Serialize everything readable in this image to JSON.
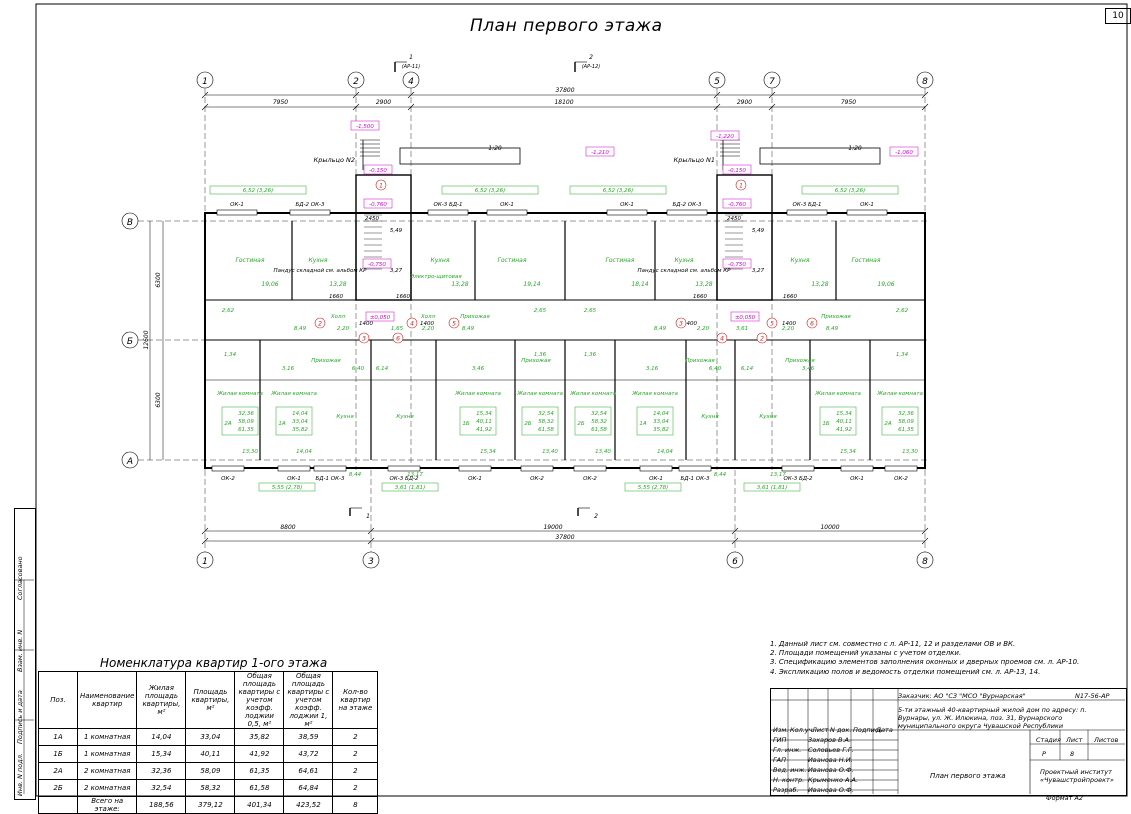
{
  "sheet_number": "10",
  "title": "План первого этажа",
  "section_marks": [
    {
      "num": "1",
      "ref": "(АР-11)"
    },
    {
      "num": "2",
      "ref": "(АР-12)"
    }
  ],
  "section_marks_bottom": [
    "1",
    "2"
  ],
  "axes_top": [
    "1",
    "2",
    "4",
    "5",
    "7",
    "8"
  ],
  "axes_bottom": [
    "1",
    "3",
    "6",
    "8"
  ],
  "axes_side": [
    "В",
    "Б",
    "А"
  ],
  "dims_top": [
    "7950",
    "2900",
    "18100",
    "2900",
    "7950"
  ],
  "dim_top_total": "37800",
  "dims_bottom": [
    "8800",
    "19000",
    "10000"
  ],
  "dim_bottom_total": "37800",
  "dims_side": [
    "6300",
    "6300"
  ],
  "dim_side_total": "12600",
  "porches": [
    {
      "name": "Крыльцо N2",
      "slope": "1:20"
    },
    {
      "name": "Крыльцо N1",
      "slope": "1:20"
    }
  ],
  "levels": [
    "-1,500",
    "-0,150",
    "-0,760",
    "-1,210",
    "-1,220",
    "-0,150",
    "-0,760",
    "-1,060",
    "-0,750",
    "-0,750",
    "±0,050",
    "±0,050"
  ],
  "windows_top": [
    "ОК-1",
    "БД-2 ОК-3",
    "ОК-3 БД-1",
    "ОК-1",
    "ОК-1",
    "БД-2 ОК-3",
    "ОК-3 БД-1",
    "ОК-1"
  ],
  "windows_bottom": [
    "ОК-2",
    "ОК-1",
    "БД-1 ОК-3",
    "ОК-3 БД-2",
    "ОК-1",
    "ОК-2",
    "ОК-2",
    "ОК-1",
    "БД-1 ОК-3",
    "ОК-3 БД-2",
    "ОК-1",
    "ОК-2"
  ],
  "balcony_top": [
    "6,52 (3,26)",
    "6,52 (3,26)",
    "6,52 (3,26)",
    "6,52 (3,26)"
  ],
  "balcony_bottom": [
    "5,55 (2,78)",
    "3,61 (1,81)",
    "5,55 (2,78)",
    "3,61 (1,81)"
  ],
  "rooms_top": [
    {
      "name": "Гостиная",
      "area": "19,06"
    },
    {
      "name": "Кухня",
      "area": "13,28"
    },
    {
      "name": "Кухня",
      "area": "13,28"
    },
    {
      "name": "Гостиная",
      "area": "19,14"
    },
    {
      "name": "Гостиная",
      "area": "18,14"
    },
    {
      "name": "Кухня",
      "area": "13,28"
    },
    {
      "name": "Кухня",
      "area": "13,28"
    },
    {
      "name": "Гостиная",
      "area": "19,06"
    }
  ],
  "stair_notes": [
    "Пандус складной см. альбом КР",
    "Пандус складной см. альбом КР"
  ],
  "meter_label": "Электро-щитовая",
  "mid_labels": [
    "2,62",
    "8,49",
    "2,20",
    "1,65",
    "2,20",
    "8,49",
    "2,65",
    "2,65",
    "8,49",
    "2,20",
    "3,61",
    "2,20",
    "8,49",
    "2,62"
  ],
  "corridor_labels": [
    "Холл",
    "Холл",
    "Прихожая",
    "Прихожая",
    "Прихожая",
    "Прихожая",
    "Прихожая",
    "Прихожая"
  ],
  "small_labels": [
    "1,34",
    "3,16",
    "6,40",
    "6,14",
    "3,46",
    "1,36",
    "1,36",
    "3,16",
    "6,40",
    "6,14",
    "3,46",
    "1,34",
    "1660",
    "1660",
    "1660",
    "1660",
    "3,27",
    "3,27",
    "5,49",
    "5,49",
    "1400",
    "1400",
    "1400",
    "1400",
    "2450",
    "2450"
  ],
  "apartments_bottom": [
    {
      "name": "Жилая комната",
      "type": "2А",
      "areas": [
        "32,36",
        "58,09",
        "61,35"
      ],
      "room_area": "13,30"
    },
    {
      "name": "Жилая комната",
      "type": "1А",
      "areas": [
        "14,04",
        "33,04",
        "35,82"
      ],
      "room_area": "14,04"
    },
    {
      "name": "Кухня",
      "type": "",
      "areas": [],
      "room_area": "8,44"
    },
    {
      "name": "Кухня",
      "type": "",
      "areas": [],
      "room_area": "13,17"
    },
    {
      "name": "Жилая комната",
      "type": "1Б",
      "areas": [
        "15,34",
        "40,11",
        "41,92"
      ],
      "room_area": "15,34"
    },
    {
      "name": "Жилая комната",
      "type": "2Б",
      "areas": [
        "32,54",
        "58,32",
        "61,58"
      ],
      "room_area": "13,40"
    },
    {
      "name": "Жилая комната",
      "type": "2Б",
      "areas": [
        "32,54",
        "58,32",
        "61,58"
      ],
      "room_area": "13,40"
    },
    {
      "name": "Жилая комната",
      "type": "1А",
      "areas": [
        "14,04",
        "33,04",
        "35,82"
      ],
      "room_area": "14,04"
    },
    {
      "name": "Кухня",
      "type": "",
      "areas": [],
      "room_area": "8,44"
    },
    {
      "name": "Кухня",
      "type": "",
      "areas": [],
      "room_area": "13,17"
    },
    {
      "name": "Жилая комната",
      "type": "1Б",
      "areas": [
        "15,34",
        "40,11",
        "41,92"
      ],
      "room_area": "15,34"
    },
    {
      "name": "Жилая комната",
      "type": "2А",
      "areas": [
        "32,36",
        "58,09",
        "61,35"
      ],
      "room_area": "13,30"
    }
  ],
  "circle_marks": [
    "1",
    "2",
    "3",
    "4",
    "5",
    "6",
    "3",
    "4",
    "5",
    "6",
    "1",
    "2"
  ],
  "notes": [
    "1.   Данный лист см. совместно с л. АР-11, 12 и разделами ОВ и ВК.",
    "2.   Площади помещений указаны с учетом отделки.",
    "3.   Спецификацию элементов заполнения оконных и дверных проемов см. л. АР-10.",
    "4.   Экспликацию полов и ведомость отделки помещений см. л. АР-13, 14."
  ],
  "nomenclature": {
    "title": "Номенклатура квартир 1-ого этажа",
    "headers": [
      "Поз.",
      "Наименование квартир",
      "Жилая площадь квартиры, м²",
      "Площадь квартиры, м²",
      "Общая площадь квартиры с учетом коэфф. лоджии 0,5, м²",
      "Общая площадь квартиры с учетом коэфф. лоджии 1, м²",
      "Кол-во квартир на этаже"
    ],
    "rows": [
      [
        "1А",
        "1 комнатная",
        "14,04",
        "33,04",
        "35,82",
        "38,59",
        "2"
      ],
      [
        "1Б",
        "1 комнатная",
        "15,34",
        "40,11",
        "41,92",
        "43,72",
        "2"
      ],
      [
        "2А",
        "2 комнатная",
        "32,36",
        "58,09",
        "61,35",
        "64,61",
        "2"
      ],
      [
        "2Б",
        "2 комнатная",
        "32,54",
        "58,32",
        "61,58",
        "64,84",
        "2"
      ],
      [
        "",
        "Всего на этаже:",
        "188,56",
        "379,12",
        "401,34",
        "423,52",
        "8"
      ]
    ]
  },
  "side_stamp": [
    "Согласовано",
    "Взам. инв. N",
    "Подпись и дата",
    "Инв. N подл."
  ],
  "titleblock": {
    "customer": "Заказчик: АО \"СЗ \"МСО \"Вурнарская\"",
    "code": "N17-56-АР",
    "object": "5-ти этажный 40-квартирный жилой дом по адресу: п. Вурнары, ул. Ж. Илюкина, поз. 31, Вурнарского муниципального округа Чувашской Республики",
    "head": [
      "Изм.",
      "Кол.уч.",
      "Лист",
      "N док.",
      "Подпись",
      "Дата"
    ],
    "people": [
      {
        "role": "ГИП",
        "name": "Захаров В.А."
      },
      {
        "role": "Гл. инж.",
        "name": "Соловьев Г.Г."
      },
      {
        "role": "ГАП",
        "name": "Иванова Н.И."
      },
      {
        "role": "Вед. инж.",
        "name": "Иванова О.Ф."
      },
      {
        "role": "Н. контр.",
        "name": "Крыменко А.А."
      },
      {
        "role": "Разраб.",
        "name": "Иванова О.Ф."
      }
    ],
    "stage_head": [
      "Стадия",
      "Лист",
      "Листов"
    ],
    "stage": "Р",
    "sheet": "8",
    "sheet_title": "План первого этажа",
    "org": "Проектный институт «Чувашстройпроект»",
    "format": "Формат А2"
  }
}
